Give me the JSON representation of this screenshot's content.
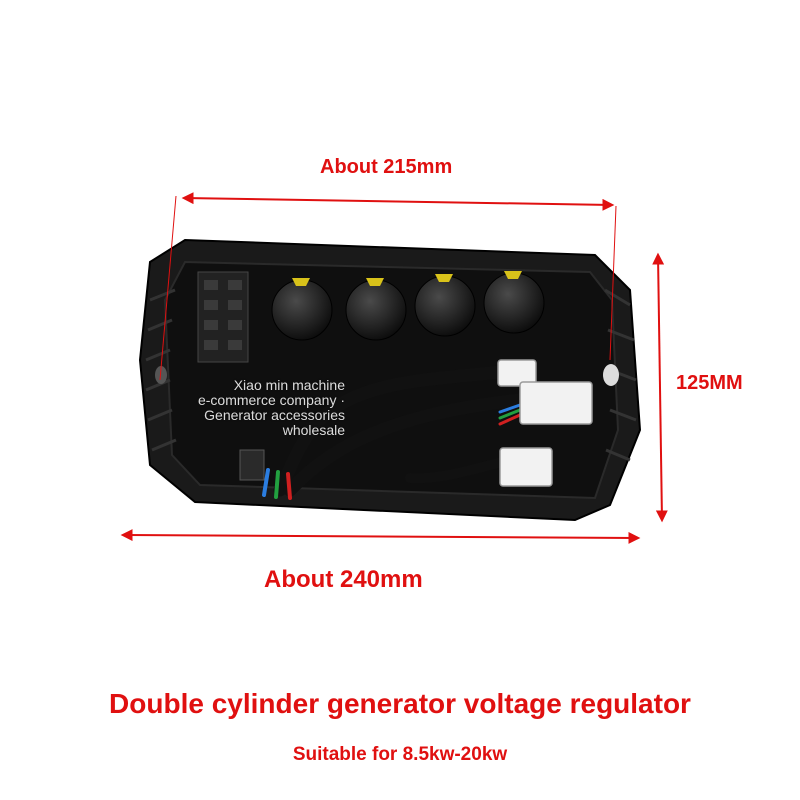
{
  "dimensions": {
    "top_width": "About 215mm",
    "bottom_width": "About 240mm",
    "height": "125MM"
  },
  "watermark": {
    "line1": "Xiao min machine",
    "line2": "e-commerce company ·",
    "line3": "Generator accessories",
    "line4": "wholesale"
  },
  "caption": {
    "title": "Double cylinder generator voltage regulator",
    "subtitle": "Suitable for 8.5kw-20kw"
  },
  "colors": {
    "accent": "#e01010",
    "housing": "#1a1a1a"
  }
}
